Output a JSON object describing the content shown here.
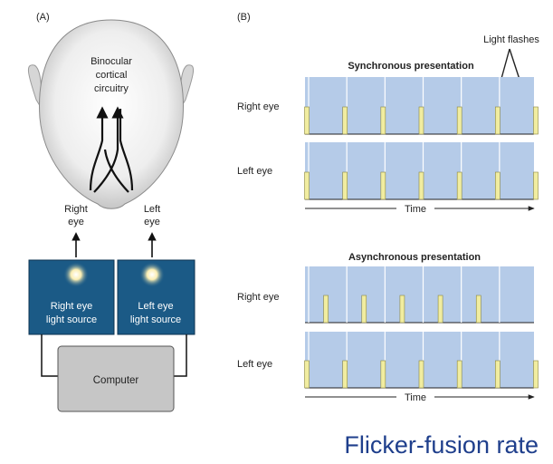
{
  "panel_a": {
    "label": "(A)",
    "brain_text": [
      "Binocular",
      "cortical",
      "circuitry"
    ],
    "right_eye_label": [
      "Right",
      "eye"
    ],
    "left_eye_label": [
      "Left",
      "eye"
    ],
    "right_source_label": [
      "Right eye",
      "light source"
    ],
    "left_source_label": [
      "Left eye",
      "light source"
    ],
    "computer_label": "Computer"
  },
  "panel_b": {
    "label": "(B)",
    "light_flashes_label": "Light flashes",
    "synchronous": {
      "title": "Synchronous presentation",
      "right_eye_label": "Right eye",
      "left_eye_label": "Left eye",
      "time_label": "Time"
    },
    "asynchronous": {
      "title": "Asynchronous presentation",
      "right_eye_label": "Right eye",
      "left_eye_label": "Left eye",
      "time_label": "Time"
    }
  },
  "footer_title": "Flicker-fusion rate",
  "colors": {
    "panel_fill": "#b5cbe8",
    "flash_fill": "#f1eda0",
    "box_blue": "#1b5a86",
    "computer_gray": "#c6c6c6",
    "title_blue": "#1f3f8c"
  }
}
